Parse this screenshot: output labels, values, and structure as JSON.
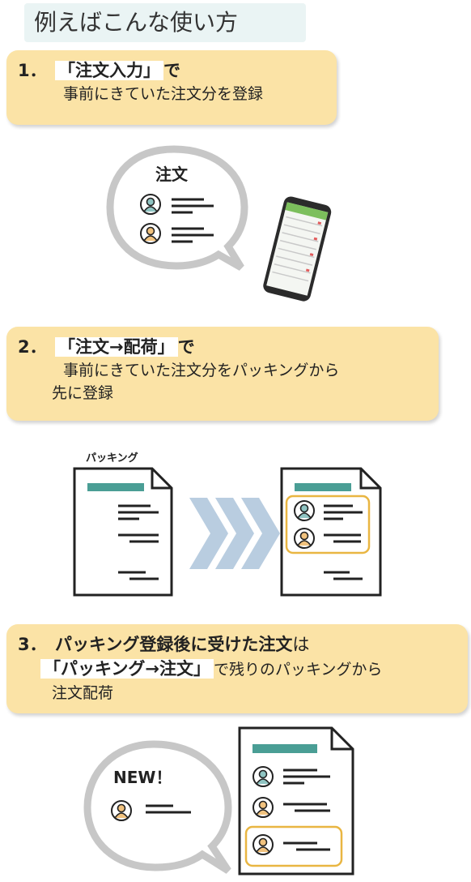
{
  "title": "例えばこんな使い方",
  "step1": {
    "num": "1．",
    "label": "「注文入力」",
    "suffix": "で",
    "line2": "事前にきていた注文分を登録"
  },
  "step2": {
    "num": "2．",
    "label": "「注文→配荷」",
    "suffix": "で",
    "line2": "事前にきていた注文分をパッキングから",
    "line3": "先に登録"
  },
  "step3": {
    "num": "3．",
    "bold": "パッキング登録後に受けた注文",
    "suffix1": "は",
    "label": "「パッキング→注文」",
    "suffix2": "で残りのパッキングから",
    "line3": "注文配荷"
  },
  "illustration": {
    "order_bubble_label": "注文",
    "packing_label": "パッキング",
    "new_label": "NEW！"
  },
  "colors": {
    "step_bg": "#fbe3a6",
    "title_bg": "#eaf4f4",
    "teal": "#4a9e95",
    "highlight": "#e9b642",
    "arrow": "#b9cde0"
  }
}
